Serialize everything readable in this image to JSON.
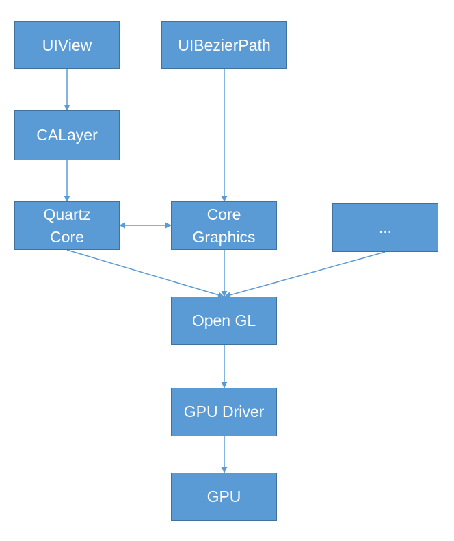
{
  "diagram": {
    "colors": {
      "box_fill": "#5b9bd5",
      "box_border": "#41719c",
      "text": "#ffffff",
      "edge": "#5b9bd5"
    },
    "nodes": {
      "uiview": "UIView",
      "uibezierpath": "UIBezierPath",
      "calayer": "CALayer",
      "quartz_core": "Quartz\nCore",
      "core_graphics": "Core\nGraphics",
      "ellipsis": "...",
      "opengl": "Open GL",
      "gpu_driver": "GPU Driver",
      "gpu": "GPU"
    },
    "edges": [
      {
        "from": "uiview",
        "to": "calayer",
        "direction": "forward"
      },
      {
        "from": "calayer",
        "to": "quartz_core",
        "direction": "forward"
      },
      {
        "from": "uibezierpath",
        "to": "core_graphics",
        "direction": "forward"
      },
      {
        "from": "quartz_core",
        "to": "core_graphics",
        "direction": "both"
      },
      {
        "from": "quartz_core",
        "to": "opengl",
        "direction": "forward"
      },
      {
        "from": "core_graphics",
        "to": "opengl",
        "direction": "forward"
      },
      {
        "from": "ellipsis",
        "to": "opengl",
        "direction": "forward"
      },
      {
        "from": "opengl",
        "to": "gpu_driver",
        "direction": "forward"
      },
      {
        "from": "gpu_driver",
        "to": "gpu",
        "direction": "forward"
      }
    ]
  }
}
